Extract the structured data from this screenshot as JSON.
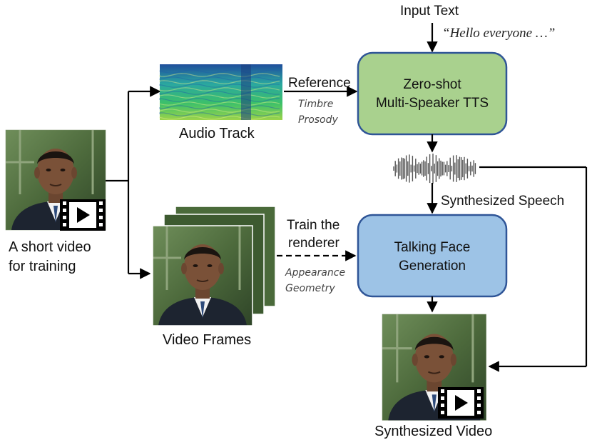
{
  "input": {
    "label": "Input Text",
    "quote": "“Hello everyone …”"
  },
  "tts_box": {
    "line1": "Zero-shot",
    "line2": "Multi-Speaker TTS",
    "color": "#a9d18e"
  },
  "talking_box": {
    "line1": "Talking Face",
    "line2": "Generation",
    "color": "#9dc3e6"
  },
  "source": {
    "line1": "A short video",
    "line2": "for training"
  },
  "audio": {
    "label": "Audio Track"
  },
  "reference": {
    "label": "Reference",
    "attr1": "Timbre",
    "attr2": "Prosody"
  },
  "frames": {
    "label": "Video Frames"
  },
  "train": {
    "line1": "Train the",
    "line2": "renderer",
    "attr1": "Appearance",
    "attr2": "Geometry"
  },
  "speech": {
    "label": "Synthesized Speech"
  },
  "output": {
    "label": "Synthesized Video"
  },
  "icons": {
    "video_badge": "video-play-icon",
    "waveform": "waveform-icon",
    "spectrogram": "spectrogram-icon"
  }
}
